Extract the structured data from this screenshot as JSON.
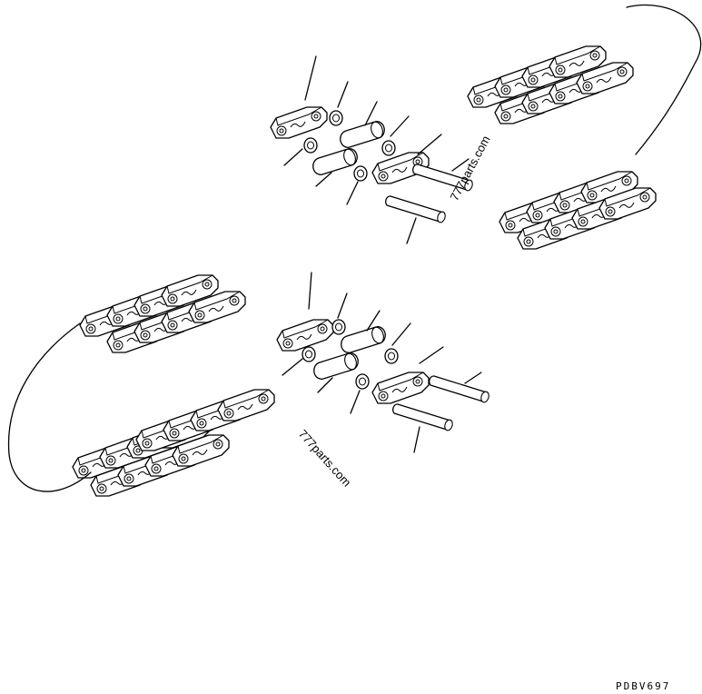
{
  "watermarks": [
    "777parts.com",
    "777parts.com"
  ],
  "drawing_code": "PDBV697"
}
